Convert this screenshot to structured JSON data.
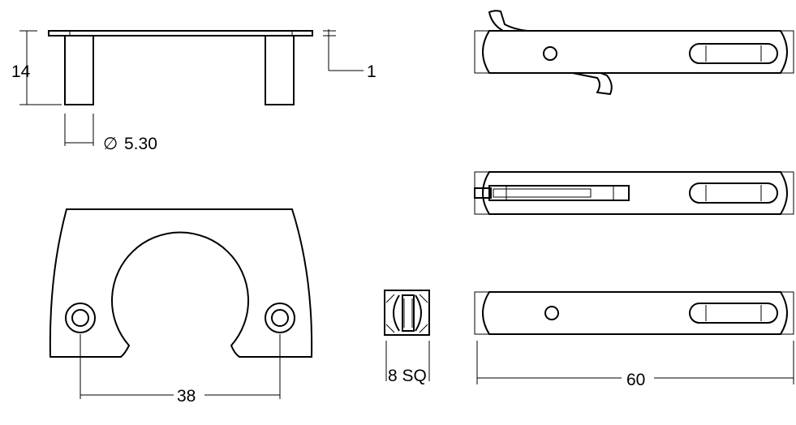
{
  "dimensions": {
    "height": "14",
    "thickness": "1",
    "pin_diameter": "5.30",
    "diameter_symbol": "∅",
    "hole_spacing": "38",
    "square": "8 SQ",
    "length": "60"
  }
}
